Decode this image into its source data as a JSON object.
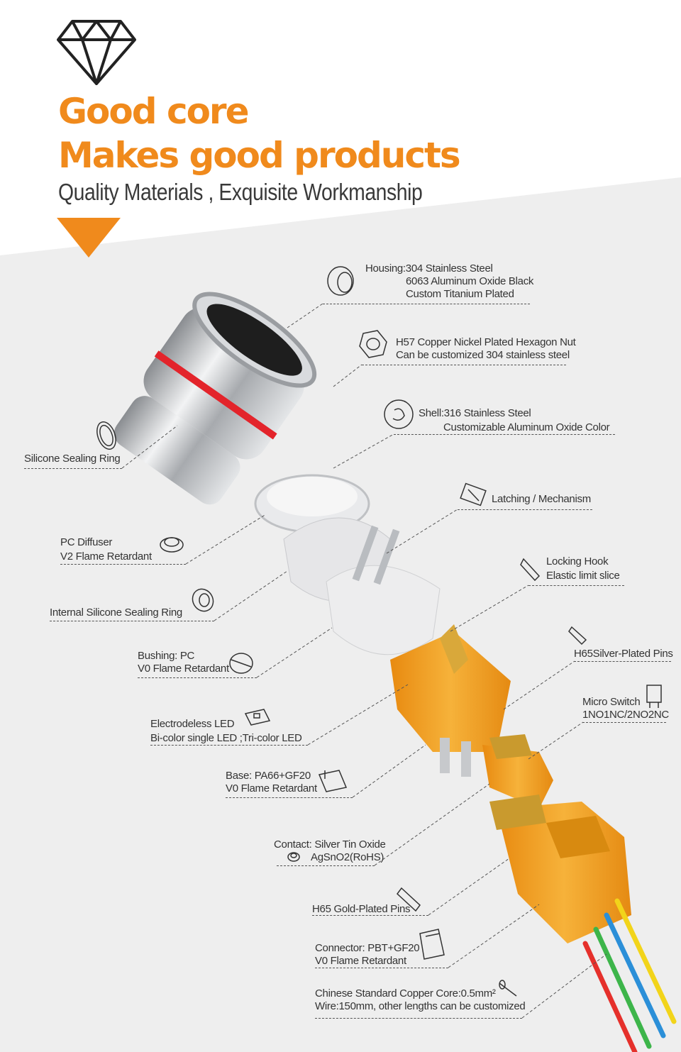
{
  "header": {
    "title_line1": "Good core",
    "title_line2": "Makes good products",
    "subtitle": "Quality Materials , Exquisite Workmanship",
    "icon": "diamond-icon",
    "accent_color": "#f08a1c"
  },
  "labels": {
    "housing": {
      "line1": "Housing:304 Stainless Steel",
      "line2": "6063 Aluminum Oxide Black",
      "line3": "Custom Titanium Plated"
    },
    "nut": {
      "line1": "H57 Copper Nickel Plated Hexagon Nut",
      "line2": "Can be customized 304 stainless steel"
    },
    "shell": {
      "line1": "Shell:316 Stainless Steel",
      "line2": "Customizable Aluminum Oxide Color"
    },
    "sealing_ring": {
      "line1": "Silicone Sealing Ring"
    },
    "latching": {
      "line1": "Latching / Mechanism"
    },
    "diffuser": {
      "line1": "PC Diffuser",
      "line2": "V2 Flame Retardant"
    },
    "locking_hook": {
      "line1": "Locking Hook",
      "line2": "Elastic limit slice"
    },
    "internal_ring": {
      "line1": "Internal Silicone Sealing Ring"
    },
    "silver_pins": {
      "line1": "H65Silver-Plated Pins"
    },
    "bushing": {
      "line1": "Bushing: PC",
      "line2": "V0 Flame Retardant"
    },
    "micro_switch": {
      "line1": "Micro Switch",
      "line2": "1NO1NC/2NO2NC"
    },
    "led": {
      "line1": "Electrodeless LED",
      "line2": "Bi-color single LED ;Tri-color LED"
    },
    "base": {
      "line1": "Base: PA66+GF20",
      "line2": "V0 Flame Retardant"
    },
    "contact": {
      "line1": "Contact: Silver Tin Oxide",
      "line2": "AgSnO2(RoHS)"
    },
    "gold_pins": {
      "line1": "H65 Gold-Plated Pins"
    },
    "connector": {
      "line1": "Connector: PBT+GF20",
      "line2": "V0 Flame Retardant"
    },
    "wire": {
      "line1": "Chinese Standard Copper Core:0.5mm²",
      "line2": "Wire:150mm, other lengths can be customized"
    }
  },
  "colors": {
    "orange_part": "#f2a027",
    "metal": "#c9ccd0",
    "wire_yellow": "#f2d41a",
    "wire_blue": "#2b8fd8",
    "wire_green": "#3db54a",
    "wire_red": "#e5302b"
  }
}
